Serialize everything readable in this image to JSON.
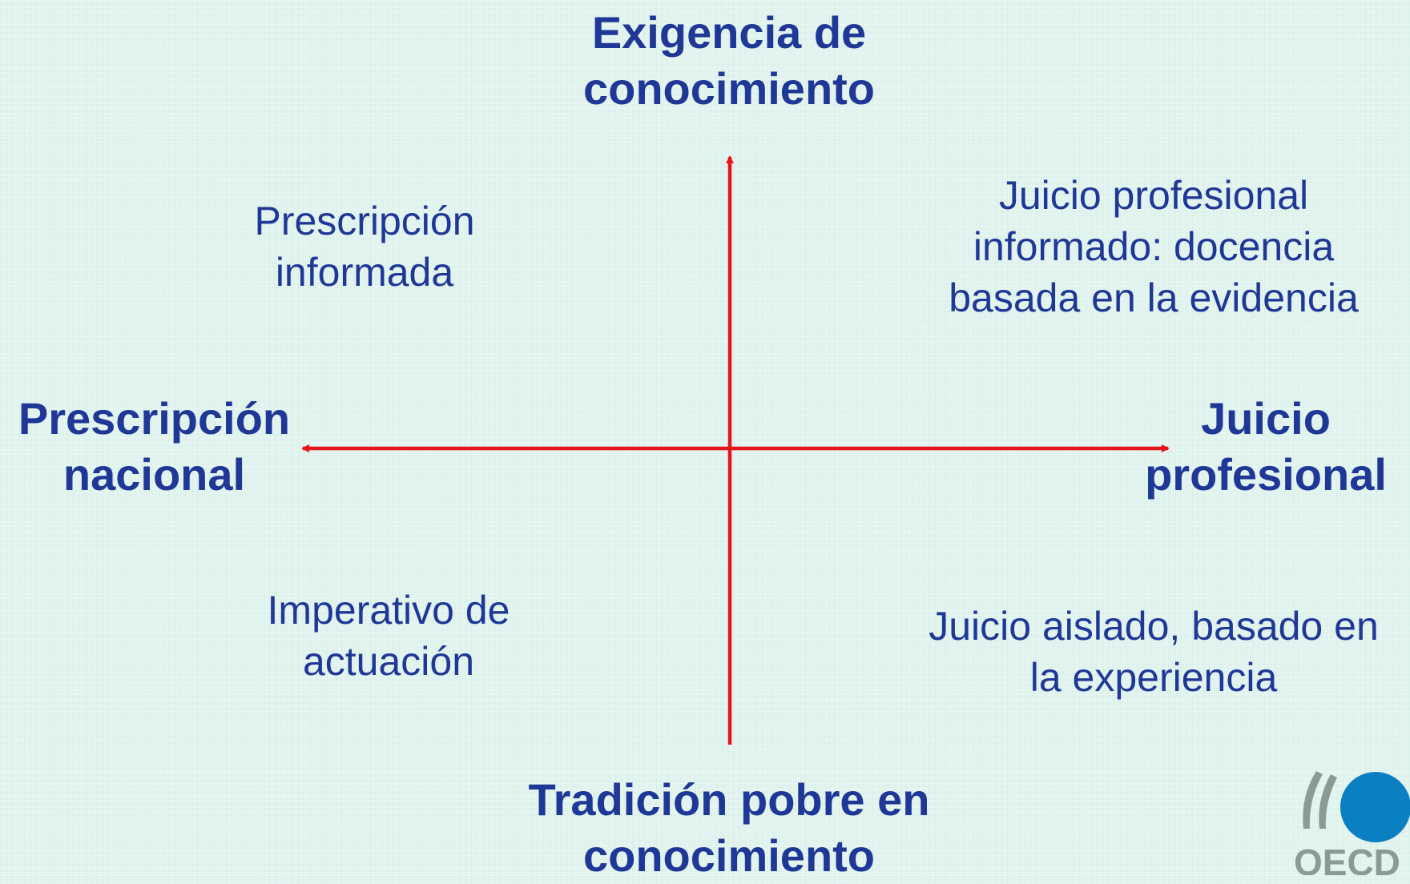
{
  "axes": {
    "top": "Exigencia de\nconocimiento",
    "bottom": "Tradición pobre en\nconocimiento",
    "left": "Prescripción\nnacional",
    "right": "Juicio\nprofesional"
  },
  "quadrants": {
    "top_left": "Prescripción\ninformada",
    "top_right": "Juicio profesional\ninformado: docencia\nbasada en la evidencia",
    "bottom_left": "Imperativo de\nactuación",
    "bottom_right": "Juicio aislado, basado en\nla experiencia"
  },
  "logo": {
    "text": "OECD"
  },
  "colors": {
    "background": "#e1f4ef",
    "text": "#1f3797",
    "axis": "#e8141b",
    "logo_circle": "#0a7fc2",
    "logo_mark": "#8a9a96"
  }
}
